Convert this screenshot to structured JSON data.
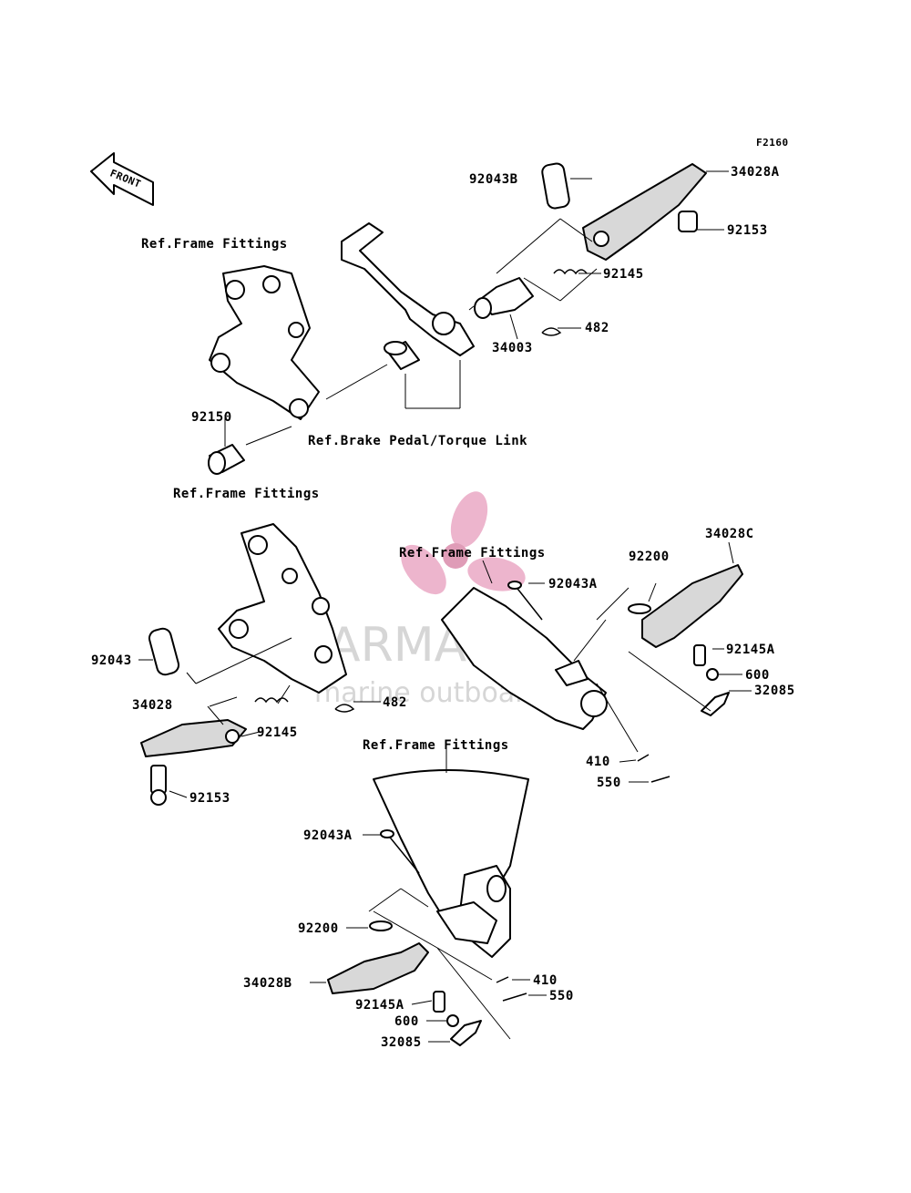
{
  "diagram_id": "F2160",
  "front_label": "FRONT",
  "watermark": {
    "brand": "ARMADA",
    "tagline": "marine outboard",
    "accent_color": "#e07aa6"
  },
  "references": {
    "frame_fittings_1": "Ref.Frame Fittings",
    "frame_fittings_2": "Ref.Frame Fittings",
    "frame_fittings_3": "Ref.Frame Fittings",
    "frame_fittings_4": "Ref.Frame Fittings",
    "brake_pedal": "Ref.Brake Pedal/Torque Link"
  },
  "parts": {
    "p92043B": "92043B",
    "p34028A": "34028A",
    "p92153a": "92153",
    "p92145a": "92145",
    "p482a": "482",
    "p34003": "34003",
    "p92150": "92150",
    "p34028C": "34028C",
    "p92200a": "92200",
    "p92043Aa": "92043A",
    "p92145Aa": "92145A",
    "p600a": "600",
    "p32085a": "32085",
    "p92043": "92043",
    "p482b": "482",
    "p34028": "34028",
    "p92145b": "92145",
    "p92153b": "92153",
    "p410a": "410",
    "p550a": "550",
    "p92043Ab": "92043A",
    "p92200b": "92200",
    "p34028B": "34028B",
    "p410b": "410",
    "p550b": "550",
    "p92145Ab": "92145A",
    "p600b": "600",
    "p32085b": "32085"
  }
}
